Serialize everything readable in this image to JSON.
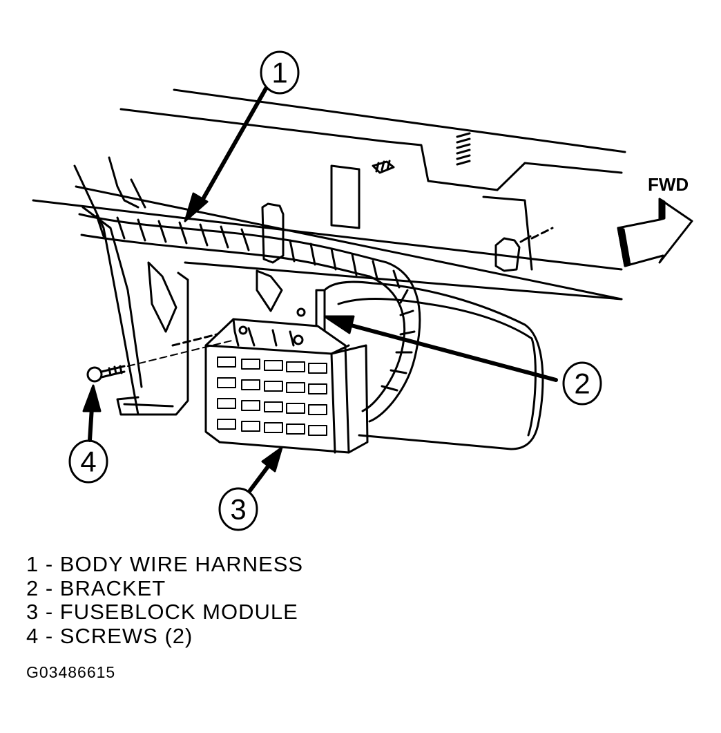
{
  "direction_label": "FWD",
  "callouts": [
    "1",
    "2",
    "3",
    "4"
  ],
  "legend": [
    "1 - BODY WIRE HARNESS",
    "2 - BRACKET",
    "3 - FUSEBLOCK MODULE",
    "4 - SCREWS (2)"
  ],
  "figure_code": "G03486615"
}
